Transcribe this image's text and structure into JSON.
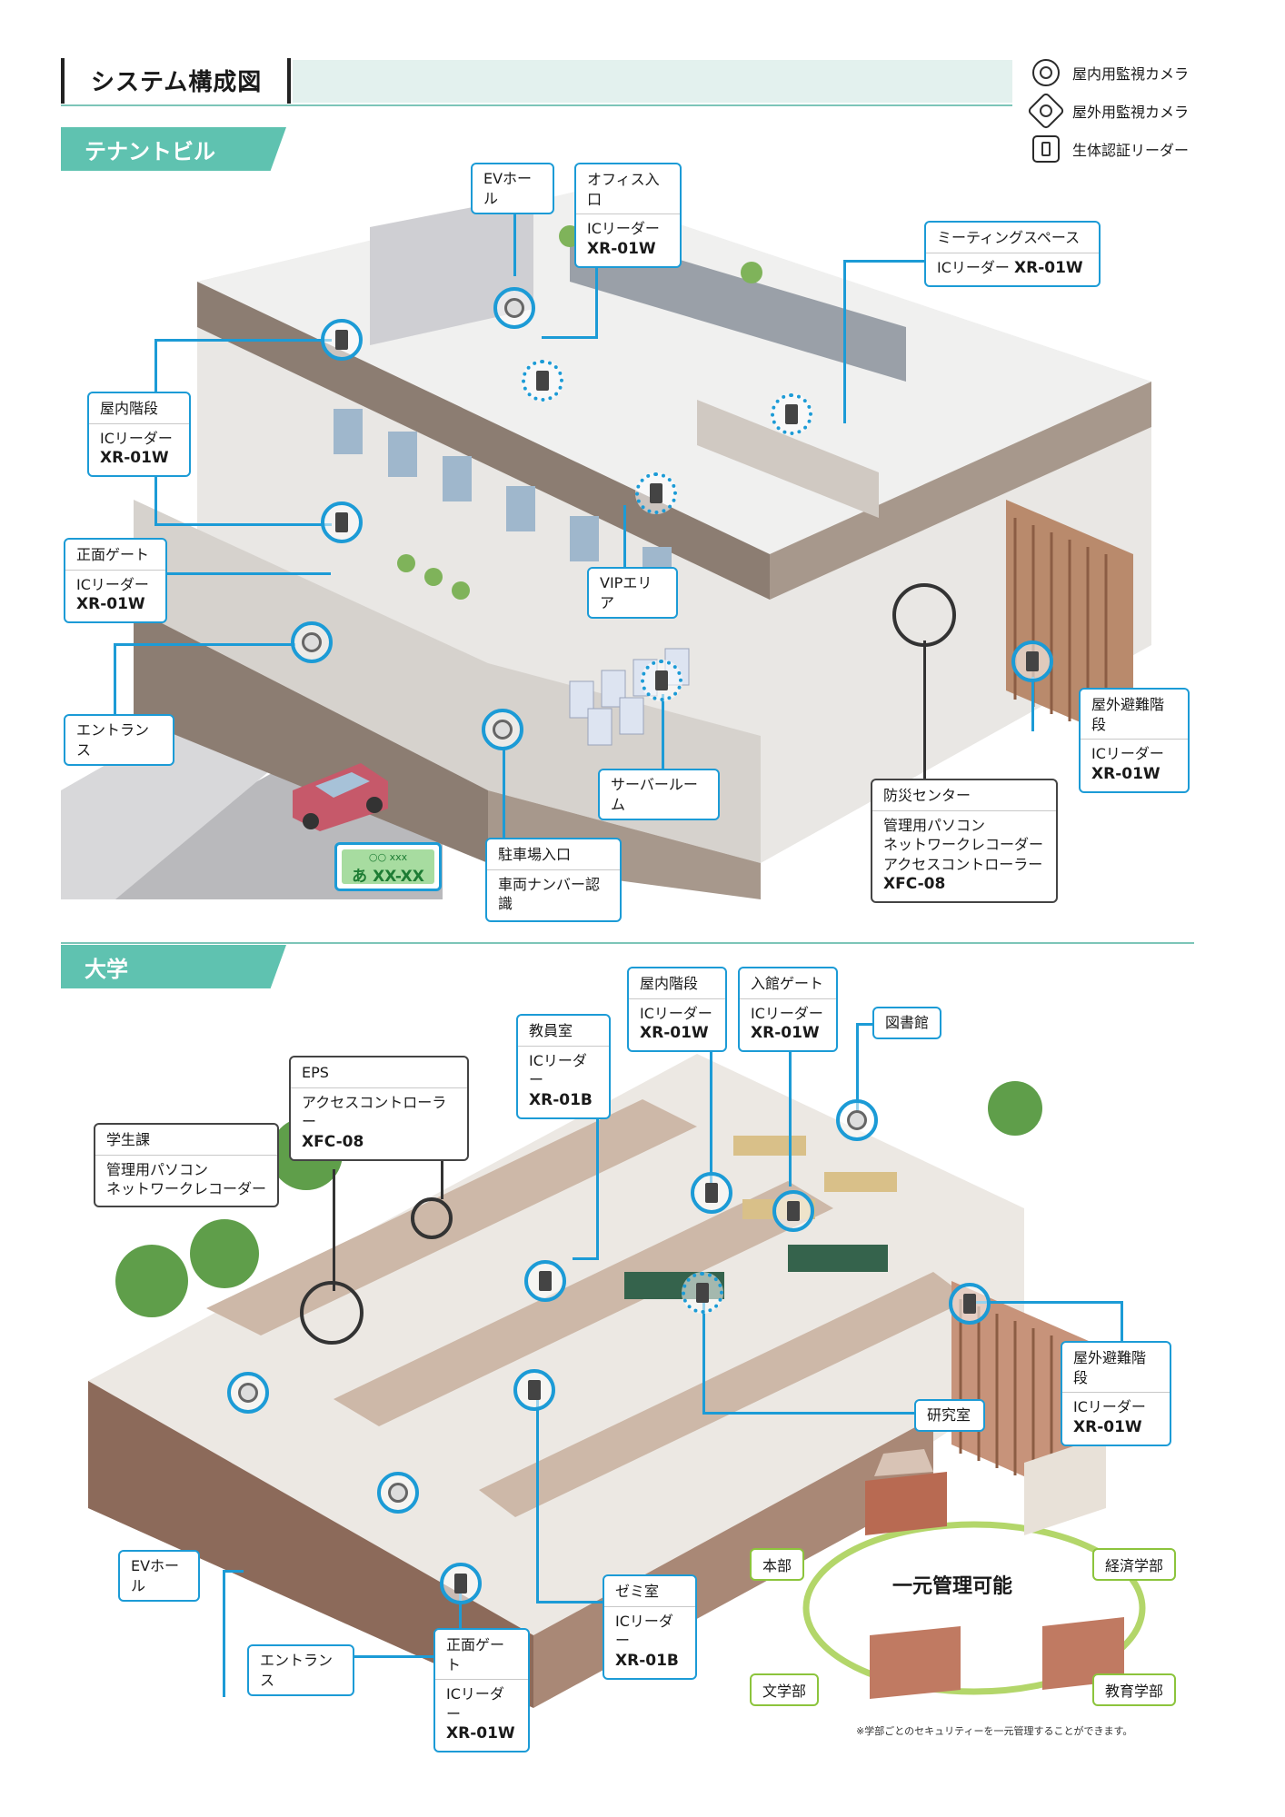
{
  "header": {
    "title": "システム構成図",
    "legend": [
      {
        "icon": "indoor-camera-icon",
        "label": "屋内用監視カメラ"
      },
      {
        "icon": "outdoor-camera-icon",
        "label": "屋外用監視カメラ"
      },
      {
        "icon": "biometric-reader-icon",
        "label": "生体認証リーダー"
      }
    ]
  },
  "tenant": {
    "title": "テナントビル",
    "callouts": {
      "ev_hall": {
        "title": "EVホール"
      },
      "office_entrance": {
        "title": "オフィス入口",
        "device": "ICリーダー",
        "model": "XR-01W"
      },
      "meeting_space": {
        "title": "ミーティングスペース",
        "device": "ICリーダー",
        "model": "XR-01W"
      },
      "indoor_stairs": {
        "title": "屋内階段",
        "device": "ICリーダー",
        "model": "XR-01W"
      },
      "front_gate": {
        "title": "正面ゲート",
        "device": "ICリーダー",
        "model": "XR-01W"
      },
      "vip_area": {
        "title": "VIPエリア"
      },
      "entrance": {
        "title": "エントランス"
      },
      "server_room": {
        "title": "サーバールーム"
      },
      "outdoor_stairs": {
        "title": "屋外避難階段",
        "device": "ICリーダー",
        "model": "XR-01W"
      },
      "disaster_center": {
        "title": "防災センター",
        "items": [
          "管理用パソコン",
          "ネットワークレコーダー",
          "アクセスコントローラー"
        ],
        "model": "XFC-08"
      },
      "parking": {
        "title": "駐車場入口",
        "device": "車両ナンバー認識"
      }
    },
    "plate": {
      "top": "○○ xxx",
      "main": "あ XX-XX"
    }
  },
  "university": {
    "title": "大学",
    "callouts": {
      "indoor_stairs": {
        "title": "屋内階段",
        "device": "ICリーダー",
        "model": "XR-01W"
      },
      "entry_gate": {
        "title": "入館ゲート",
        "device": "ICリーダー",
        "model": "XR-01W"
      },
      "library": {
        "title": "図書館"
      },
      "faculty_room": {
        "title": "教員室",
        "device": "ICリーダー",
        "model": "XR-01B"
      },
      "eps": {
        "title": "EPS",
        "device": "アクセスコントローラー",
        "model": "XFC-08"
      },
      "student_affairs": {
        "title": "学生課",
        "items": [
          "管理用パソコン",
          "ネットワークレコーダー"
        ]
      },
      "outdoor_stairs": {
        "title": "屋外避難階段",
        "device": "ICリーダー",
        "model": "XR-01W"
      },
      "lab": {
        "title": "研究室"
      },
      "ev_hall": {
        "title": "EVホール"
      },
      "seminar": {
        "title": "ゼミ室",
        "device": "ICリーダー",
        "model": "XR-01B"
      },
      "entrance": {
        "title": "エントランス"
      },
      "front_gate": {
        "title": "正面ゲート",
        "device": "ICリーダー",
        "model": "XR-01W"
      }
    },
    "campus": {
      "center": "一元管理可能",
      "buildings": [
        "本部",
        "経済学部",
        "文学部",
        "教育学部"
      ]
    },
    "footnote": "※学部ごとのセキュリティーを一元管理することができます。"
  },
  "colors": {
    "accent": "#1c9bd6",
    "banner": "#5fc2b0",
    "ring": "#8cc43c"
  }
}
